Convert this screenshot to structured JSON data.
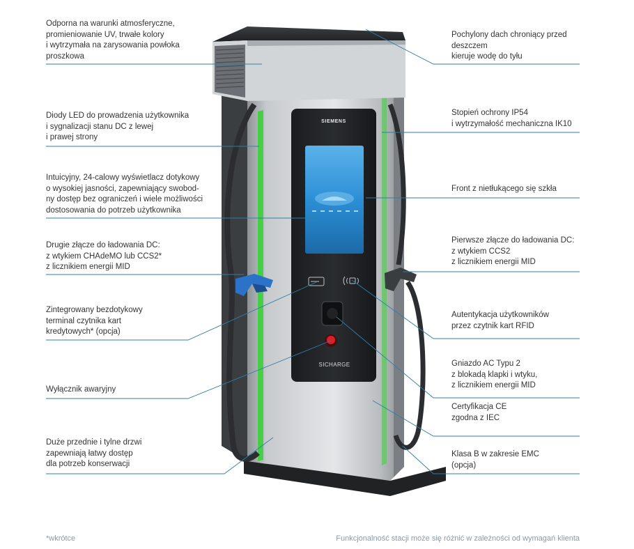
{
  "brand": "SIEMENS",
  "model": "SICHARGE",
  "colors": {
    "leader_line": "#2f7fa6",
    "led_green": "#3ad13a",
    "screen_blue": "#2c8fd6",
    "body_silver": "#c9cccf",
    "emergency_red": "#d8202a",
    "connector_blue": "#2a73c9"
  },
  "callouts": {
    "left": [
      {
        "lines": [
          "Odporna na warunki atmosferyczne,",
          "promieniowanie UV, trwałe kolory",
          "i wytrzymała na zarysowania powłoka",
          "proszkowa"
        ]
      },
      {
        "lines": [
          "Diody LED do prowadzenia użytkownika",
          "i sygnalizacji stanu DC z lewej",
          "i prawej strony"
        ]
      },
      {
        "lines": [
          "Intuicyjny, 24-calowy wyświetlacz dotykowy",
          "o wysokiej jasności, zapewniający swobod-",
          "ny dostęp bez ograniczeń i wiele możliwości",
          "dostosowania do potrzeb użytkownika"
        ]
      },
      {
        "lines": [
          "Drugie złącze do ładowania DC:",
          "z wtykiem CHAdeMO lub CCS2*",
          "z licznikiem energii MID"
        ]
      },
      {
        "lines": [
          "Zintegrowany bezdotykowy",
          "terminal czytnika kart",
          "kredytowych* (opcja)"
        ]
      },
      {
        "lines": [
          "Wyłącznik awaryjny"
        ]
      },
      {
        "lines": [
          "Duże przednie i tylne drzwi",
          "zapewniają łatwy dostęp",
          "dla potrzeb konserwacji"
        ]
      }
    ],
    "right": [
      {
        "lines": [
          "Pochylony dach chroniący przed",
          "deszczem",
          "kieruje wodę do tyłu"
        ]
      },
      {
        "lines": [
          "Stopień ochrony IP54",
          "i wytrzymałość mechaniczna IK10"
        ]
      },
      {
        "lines": [
          "Front z nietłukącego się szkła"
        ]
      },
      {
        "lines": [
          "Pierwsze złącze do ładowania DC:",
          "z wtykiem CCS2",
          "z licznikiem energii MID"
        ]
      },
      {
        "lines": [
          "Autentykacja użytkowników",
          "przez czytnik kart RFID"
        ]
      },
      {
        "lines": [
          "Gniazdo AC Typu 2",
          "z blokadą klapki i wtyku,",
          "z licznikiem energii  MID"
        ]
      },
      {
        "lines": [
          "Certyfikacja CE",
          "zgodna z IEC"
        ]
      },
      {
        "lines": [
          "Klasa B w zakresie EMC",
          "(opcja)"
        ]
      }
    ]
  },
  "footnote_left": "*wkrótce",
  "footnote_right": "Funkcjonalność stacji może się różnić w zależności od wymagań klienta"
}
